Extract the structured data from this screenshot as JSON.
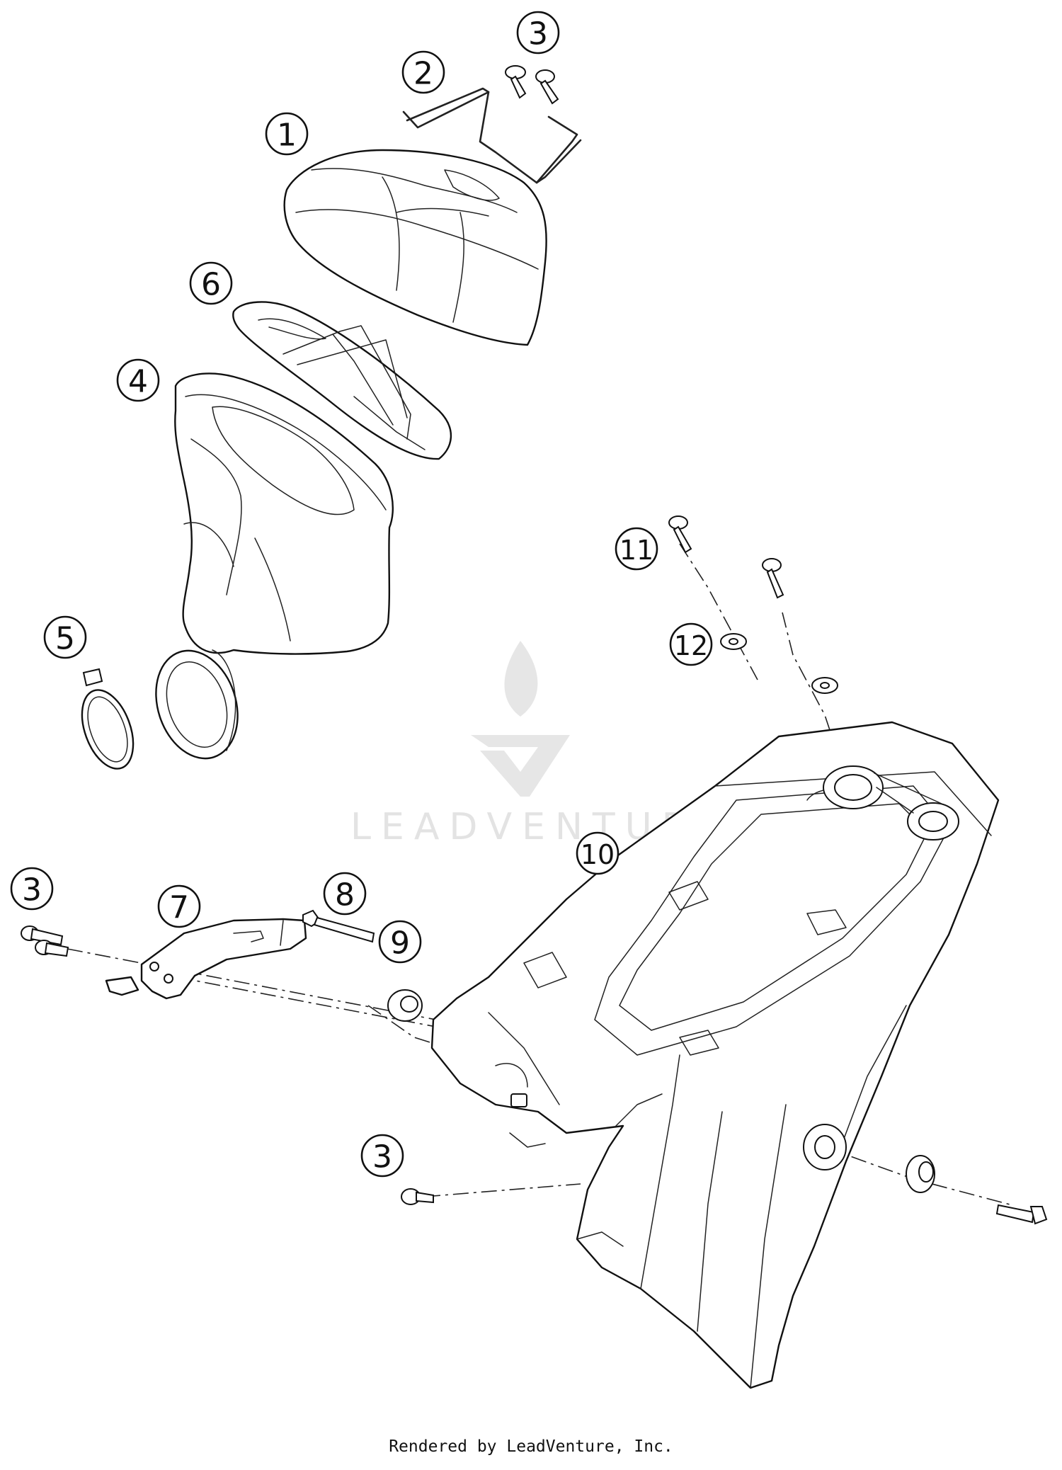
{
  "callouts": [
    "1",
    "2",
    "3",
    "4",
    "5",
    "6",
    "7",
    "8",
    "9",
    "10",
    "11",
    "12"
  ],
  "watermark": {
    "brand": "LEADVENTURE"
  },
  "footer": {
    "text": "Rendered by LeadVenture, Inc."
  }
}
